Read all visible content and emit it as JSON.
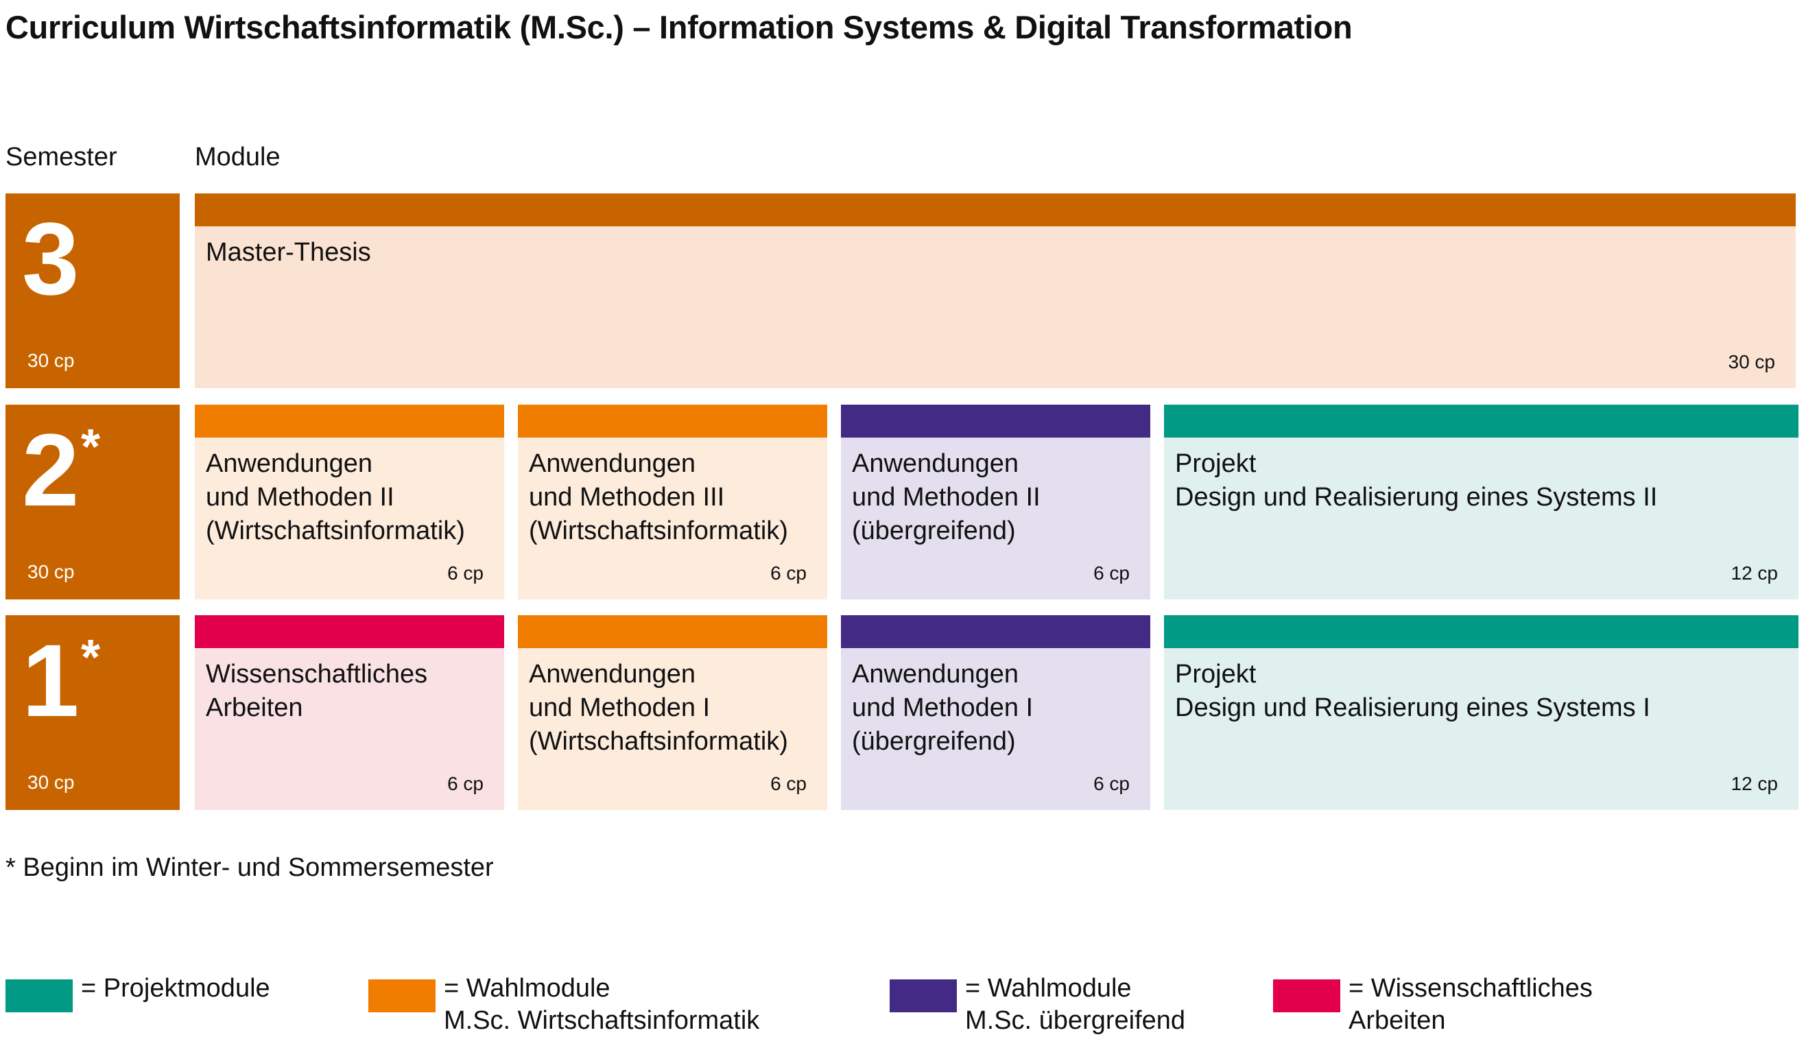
{
  "title": "Curriculum Wirtschaftsinformatik (M.Sc.) – Information Systems & Digital Transformation",
  "headers": {
    "semester": "Semester",
    "module": "Module"
  },
  "colors": {
    "semester": "#c86400",
    "thesis_bar": "#c86400",
    "thesis_bg": "#fbe3d3",
    "wahl_wi_bar": "#f07c00",
    "wahl_wi_bg": "#fdebdc",
    "wahl_ueber_bar": "#432a85",
    "wahl_ueber_bg": "#e3dfee",
    "projekt_bar": "#009a85",
    "projekt_bg": "#e0f0ee",
    "wiss_bar": "#e2004d",
    "wiss_bg": "#f9e1e4"
  },
  "semesters": [
    {
      "number": "3",
      "star": "",
      "cp": "30 cp",
      "modules": [
        {
          "lines": [
            "Master-Thesis"
          ],
          "cp": "30 cp",
          "category": "thesis"
        }
      ]
    },
    {
      "number": "2",
      "star": "*",
      "cp": "30 cp",
      "modules": [
        {
          "lines": [
            "Anwendungen",
            "und Methoden II",
            "(Wirtschaftsinformatik)"
          ],
          "cp": "6 cp",
          "category": "wahl_wi"
        },
        {
          "lines": [
            "Anwendungen",
            "und Methoden III",
            "(Wirtschaftsinformatik)"
          ],
          "cp": "6 cp",
          "category": "wahl_wi"
        },
        {
          "lines": [
            "Anwendungen",
            "und Methoden II",
            "(übergreifend)"
          ],
          "cp": "6 cp",
          "category": "wahl_ueber"
        },
        {
          "lines": [
            "Projekt",
            "Design und Realisierung eines Systems II"
          ],
          "cp": "12 cp",
          "category": "projekt"
        }
      ]
    },
    {
      "number": "1",
      "star": "*",
      "cp": "30 cp",
      "modules": [
        {
          "lines": [
            "Wissenschaftliches",
            "Arbeiten"
          ],
          "cp": "6 cp",
          "category": "wiss"
        },
        {
          "lines": [
            "Anwendungen",
            "und Methoden I",
            "(Wirtschaftsinformatik)"
          ],
          "cp": "6 cp",
          "category": "wahl_wi"
        },
        {
          "lines": [
            "Anwendungen",
            "und Methoden I",
            "(übergreifend)"
          ],
          "cp": "6 cp",
          "category": "wahl_ueber"
        },
        {
          "lines": [
            "Projekt",
            "Design und Realisierung eines Systems I"
          ],
          "cp": "12 cp",
          "category": "projekt"
        }
      ]
    }
  ],
  "footnote": "* Beginn im Winter- und Sommersemester",
  "legend": [
    {
      "lines": [
        "= Projektmodule"
      ],
      "category": "projekt"
    },
    {
      "lines": [
        "= Wahlmodule",
        "M.Sc. Wirtschaftsinformatik"
      ],
      "category": "wahl_wi"
    },
    {
      "lines": [
        "= Wahlmodule",
        "M.Sc. übergreifend"
      ],
      "category": "wahl_ueber"
    },
    {
      "lines": [
        "= Wissenschaftliches",
        "Arbeiten"
      ],
      "category": "wiss"
    }
  ]
}
